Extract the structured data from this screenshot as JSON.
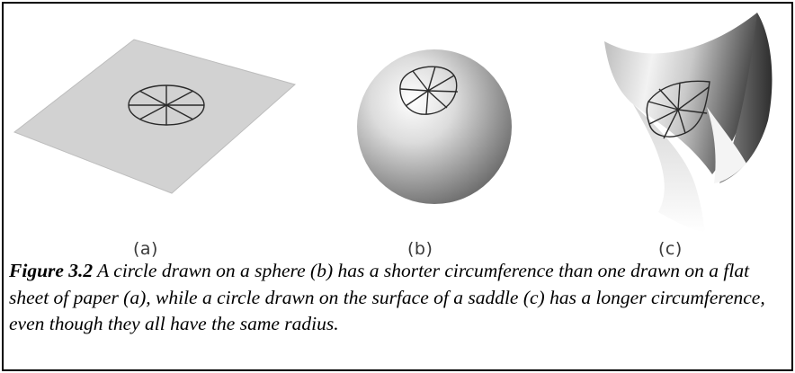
{
  "figure": {
    "panels": [
      {
        "label": "(a)",
        "surface": "flat-sheet"
      },
      {
        "label": "(b)",
        "surface": "sphere"
      },
      {
        "label": "(c)",
        "surface": "saddle"
      }
    ],
    "caption": {
      "number": "Figure 3.2",
      "text": " A circle drawn on a sphere (b) has a shorter circumference than one drawn on a flat sheet of paper (a), while a circle drawn on the surface of a saddle (c) has a longer circumference, even though they all have the same radius."
    }
  }
}
